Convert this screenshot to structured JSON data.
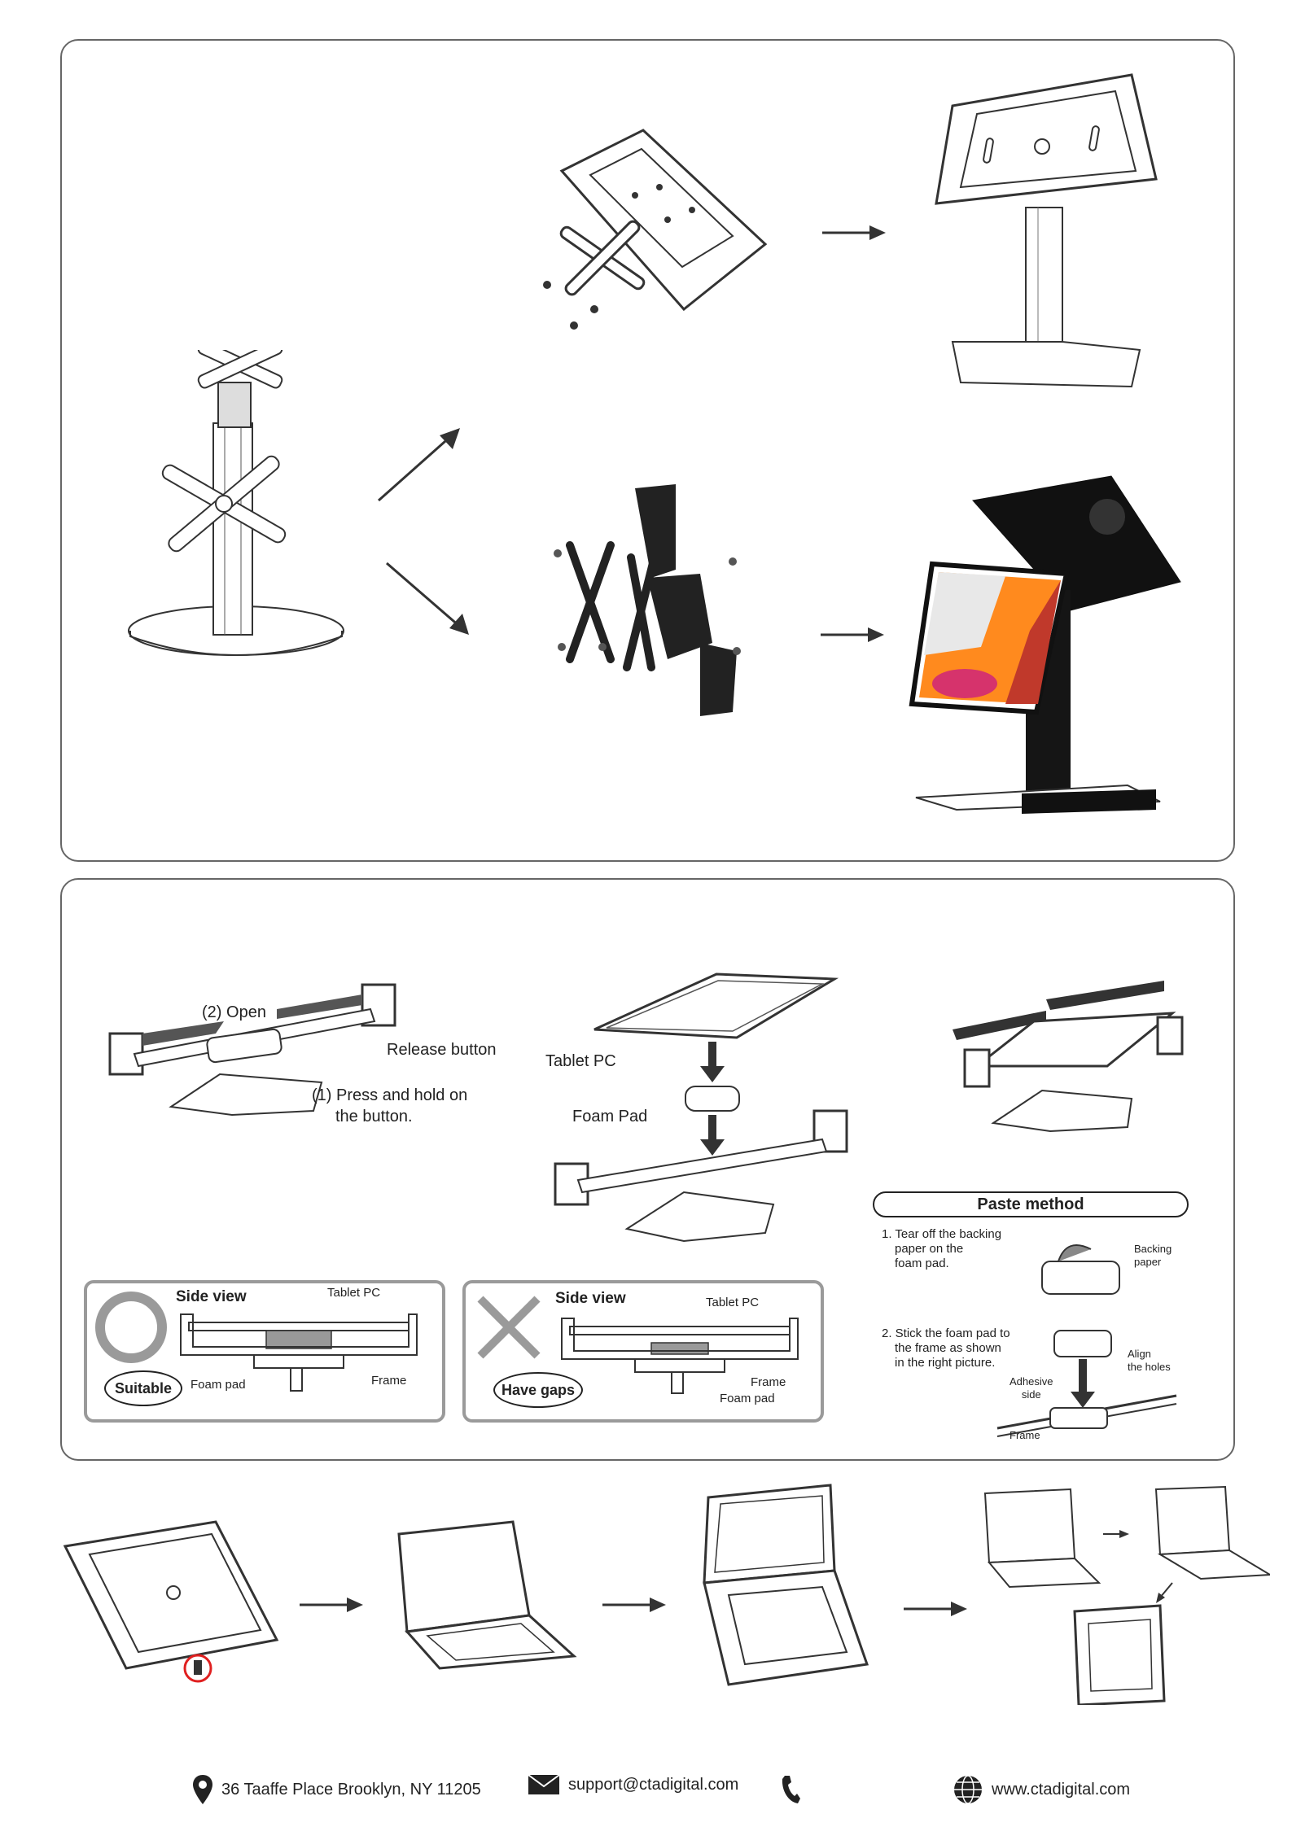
{
  "step2": {
    "open_label": "Open",
    "open_num": "2",
    "release_label": "Release button",
    "press_num": "1",
    "press_label_line1": "Press and hold on",
    "press_label_line2": "the button.",
    "tablet_label": "Tablet PC",
    "foam_label": "Foam Pad"
  },
  "side_view_ok": {
    "title": "Side view",
    "tablet": "Tablet PC",
    "foam": "Foam pad",
    "frame": "Frame",
    "badge": "Suitable"
  },
  "side_view_bad": {
    "title": "Side view",
    "tablet": "Tablet PC",
    "frame": "Frame",
    "foam": "Foam pad",
    "badge": "Have gaps"
  },
  "paste": {
    "title": "Paste method",
    "step1_line1": "1. Tear off the backing",
    "step1_line2": "paper on the",
    "step1_line3": "foam pad.",
    "backing_line1": "Backing",
    "backing_line2": "paper",
    "step2_line1": "2. Stick the foam pad to",
    "step2_line2": "the frame as shown",
    "step2_line3": "in the right picture.",
    "align_line1": "Align",
    "align_line2": "the holes",
    "adhesive_line1": "Adhesive",
    "adhesive_line2": "side",
    "frame": "Frame"
  },
  "footer": {
    "address": "36 Taaffe Place Brooklyn, NY 11205",
    "email": "support@ctadigital.com",
    "website": "www.ctadigital.com"
  },
  "icons": {
    "location": "map-pin-icon",
    "email": "envelope-icon",
    "phone": "phone-icon",
    "web": "globe-icon"
  }
}
